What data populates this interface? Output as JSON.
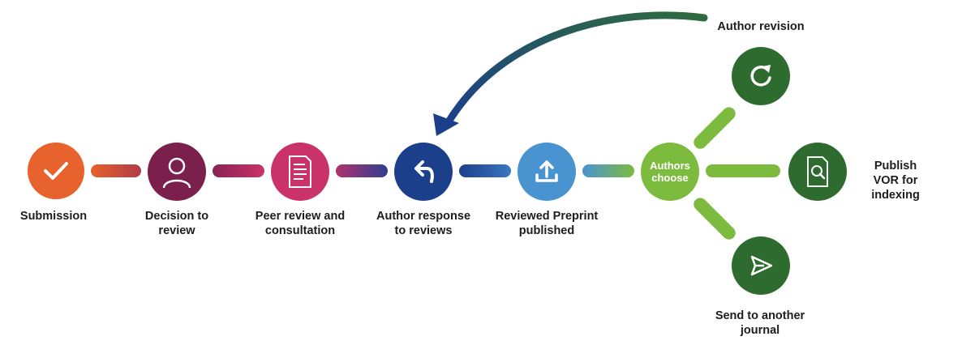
{
  "colors": {
    "submission": "#e8622d",
    "decision": "#7b1f4d",
    "peer_review": "#c9336a",
    "author_response": "#1b3f8b",
    "reviewed_preprint": "#4a93d1",
    "authors_choose": "#7dbb3f",
    "outcome": "#2e6b2f",
    "arrow": "#2a5770"
  },
  "steps": [
    {
      "label": "Submission",
      "icon": "checkmark-icon"
    },
    {
      "label": "Decision to\nreview",
      "icon": "person-icon"
    },
    {
      "label": "Peer review and\nconsultation",
      "icon": "document-icon"
    },
    {
      "label": "Author response\nto reviews",
      "icon": "reply-arrow-icon"
    },
    {
      "label": "Reviewed Preprint\npublished",
      "icon": "upload-icon"
    }
  ],
  "chooser": {
    "label": "Authors\nchoose"
  },
  "outcomes": [
    {
      "label": "Author revision",
      "icon": "refresh-icon"
    },
    {
      "label": "Publish VOR for\nindexing",
      "icon": "document-search-icon"
    },
    {
      "label": "Send to another\njournal",
      "icon": "send-icon"
    }
  ]
}
